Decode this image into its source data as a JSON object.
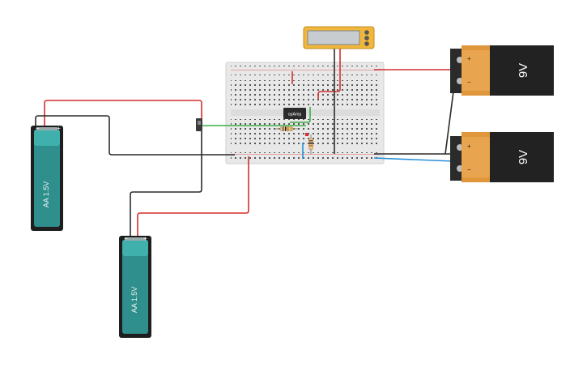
{
  "components": {
    "battery_aa_1": {
      "label": "AA 1.5V",
      "plus": "+",
      "minus": "−"
    },
    "battery_aa_2": {
      "label": "AA 1.5V",
      "plus": "+",
      "minus": "−"
    },
    "battery_9v_1": {
      "label": "9V",
      "plus": "+",
      "minus": "−"
    },
    "battery_9v_2": {
      "label": "9V",
      "plus": "+",
      "minus": "−"
    },
    "opamp": {
      "label": "opAmp"
    }
  },
  "colors": {
    "wire_red": "#d32f2f",
    "wire_black": "#2b2b2b",
    "wire_green": "#3fae49",
    "wire_blue": "#2a8fd6",
    "breadboard": "#e9e9e9",
    "battery_teal": "#2f8f8c",
    "battery_9v_body": "#222222",
    "battery_9v_label": "#e0963a",
    "multimeter": "#f0b73a"
  }
}
